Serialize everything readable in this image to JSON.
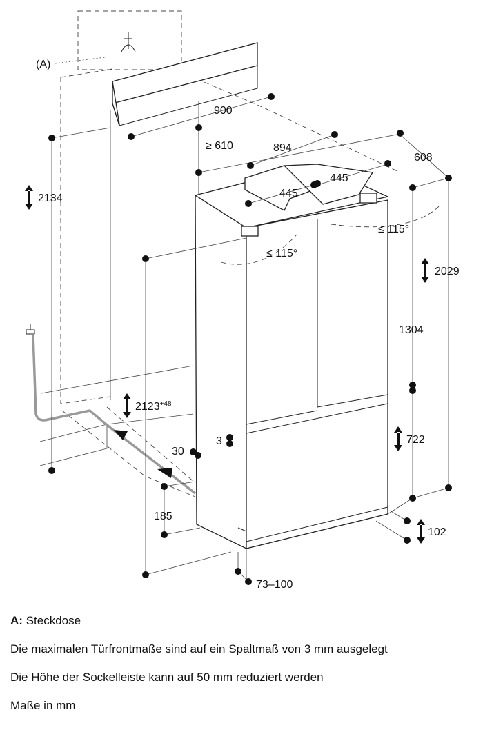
{
  "diagram": {
    "label_a": "(A)",
    "dimensions": {
      "niche_width": "900",
      "min_depth": "≥ 610",
      "appliance_width": "894",
      "door_width_left": "445",
      "door_width_right": "445",
      "appliance_depth": "608",
      "door_angle_right": "≤ 115°",
      "door_angle_left": "≤ 115°",
      "niche_height": "2134",
      "appliance_height": "2029",
      "upper_door_height": "1304",
      "lower_door_height": "722",
      "plinth_height": "102",
      "niche_height_range": "2123",
      "niche_height_tolerance": "+48",
      "side_gap": "30",
      "door_gap": "3",
      "ventilation_height": "185",
      "plinth_depth": "73–100"
    }
  },
  "notes": {
    "a_key": "A:",
    "a_value": "Steckdose",
    "line1": "Die maximalen Türfrontmaße sind auf ein Spaltmaß von 3 mm ausgelegt",
    "line2": "Die Höhe der Sockelleiste kann auf 50 mm reduziert werden",
    "line3": "Maße in mm"
  }
}
